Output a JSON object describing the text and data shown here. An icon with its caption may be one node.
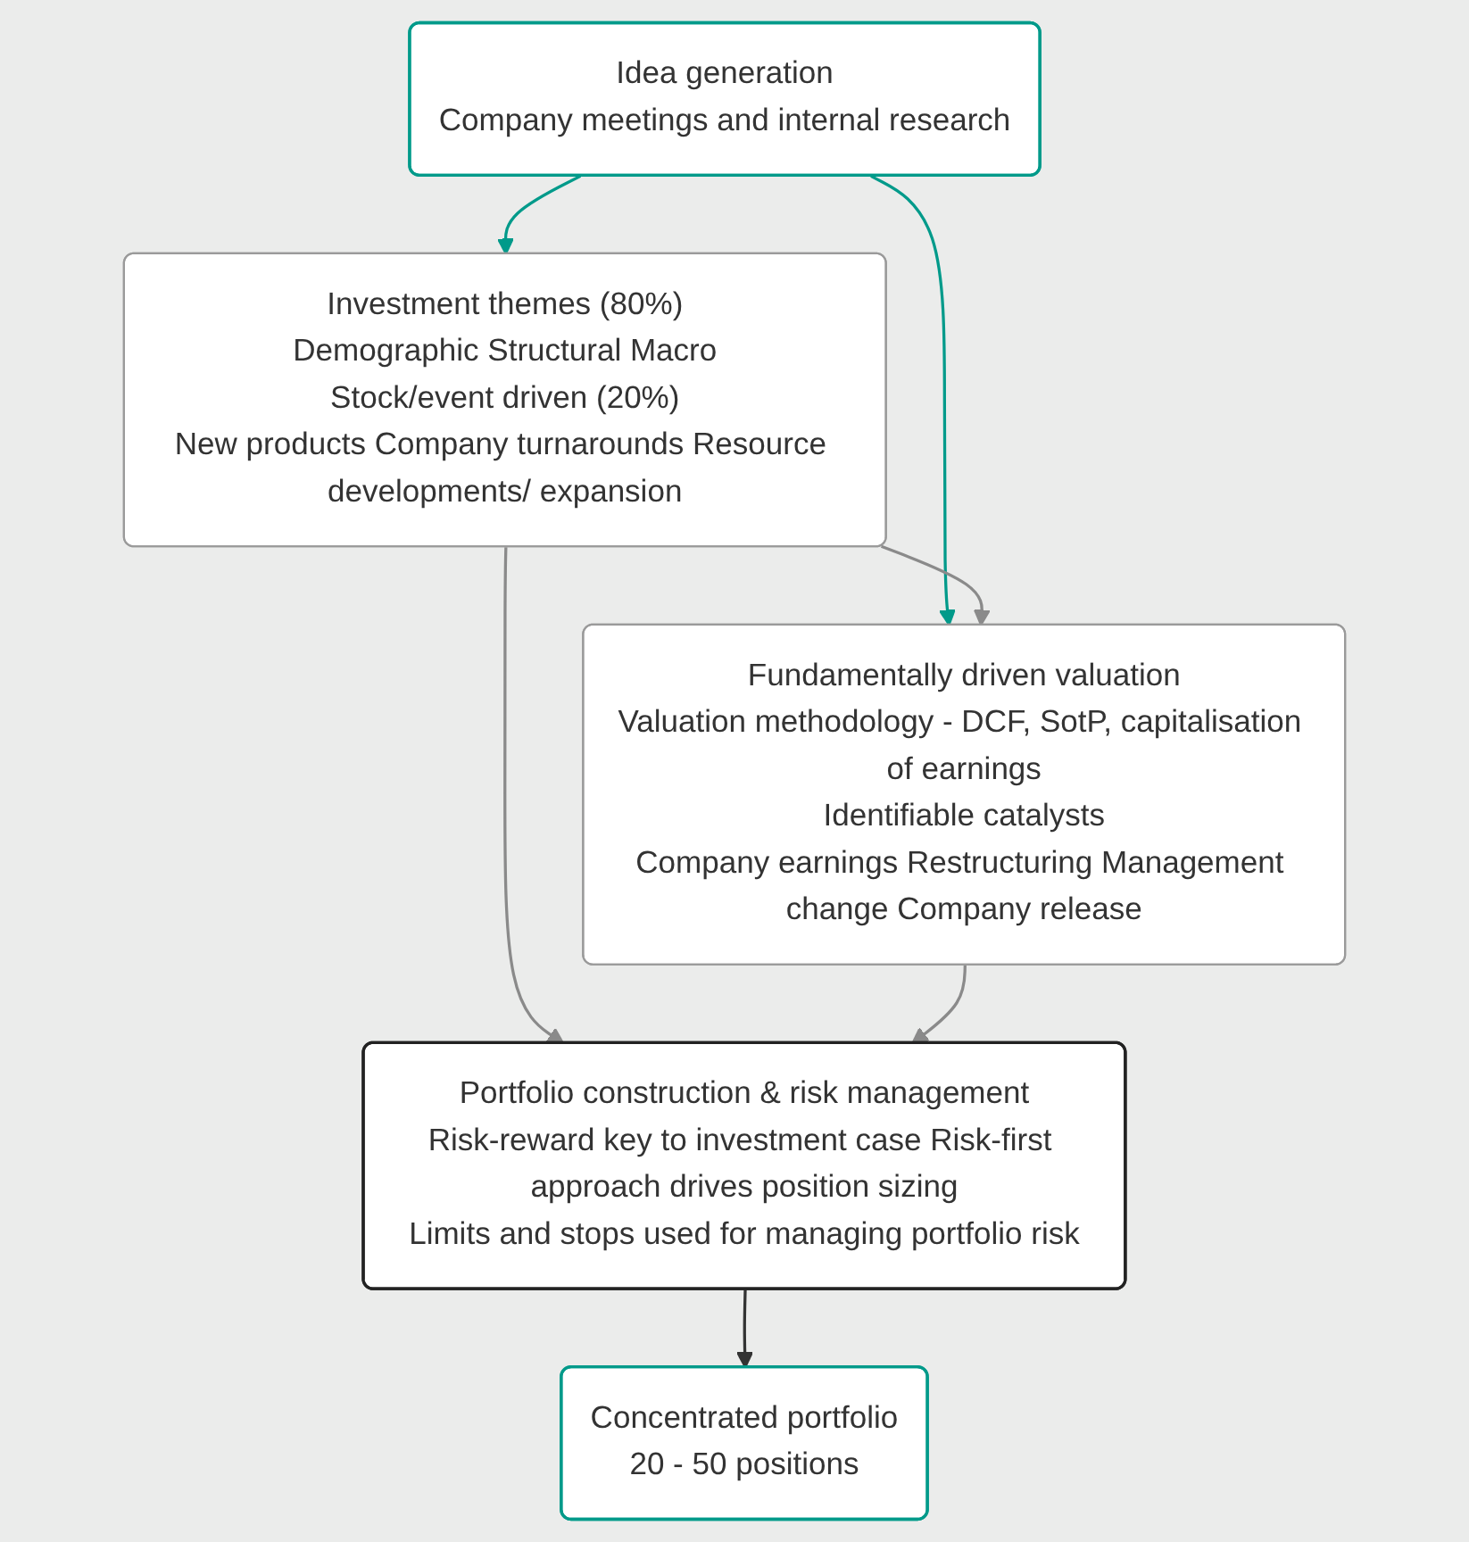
{
  "diagram": {
    "nodes": [
      {
        "text": [
          "Idea generation",
          "Company meetings and internal research"
        ]
      },
      {
        "text": [
          "Investment themes (80%)",
          "Demographic Structural Macro",
          "Stock/event driven (20%)",
          "New products Company turnarounds Resource developments/ expansion"
        ]
      },
      {
        "text": [
          "Fundamentally driven valuation",
          "Valuation methodology - DCF, SotP, capitalisation of earnings",
          "Identifiable catalysts",
          "Company earnings Restructuring Management change Company release"
        ]
      },
      {
        "text": [
          "Portfolio construction & risk management",
          "Risk-reward key to investment case Risk-first approach drives position sizing",
          "Limits and stops used for managing portfolio risk"
        ]
      },
      {
        "text": [
          "Concentrated portfolio",
          "20 - 50 positions"
        ]
      }
    ],
    "edges": [
      {
        "from": 0,
        "to": 1,
        "arrow": "to",
        "color": "#009a8a"
      },
      {
        "from": 0,
        "to": 2,
        "arrow": "to",
        "color": "#009a8a"
      },
      {
        "from": 1,
        "to": 2,
        "arrow": "to"
      },
      {
        "from": 1,
        "to": 3,
        "arrow": "to"
      },
      {
        "from": 2,
        "to": 3,
        "arrow": "to"
      },
      {
        "from": 3,
        "to": 4,
        "arrow": "to",
        "color": "#333333"
      }
    ]
  }
}
